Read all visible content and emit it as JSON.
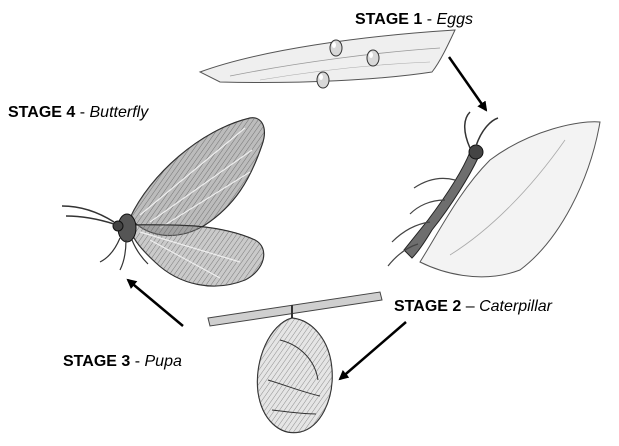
{
  "diagram": {
    "stages": [
      {
        "prefix": "STAGE 1",
        "separator": " - ",
        "name": "Eggs"
      },
      {
        "prefix": "STAGE 2",
        "separator": " – ",
        "name": "Caterpillar"
      },
      {
        "prefix": "STAGE 3",
        "separator": " - ",
        "name": "Pupa"
      },
      {
        "prefix": "STAGE 4",
        "separator": " - ",
        "name": "Butterfly"
      }
    ]
  }
}
